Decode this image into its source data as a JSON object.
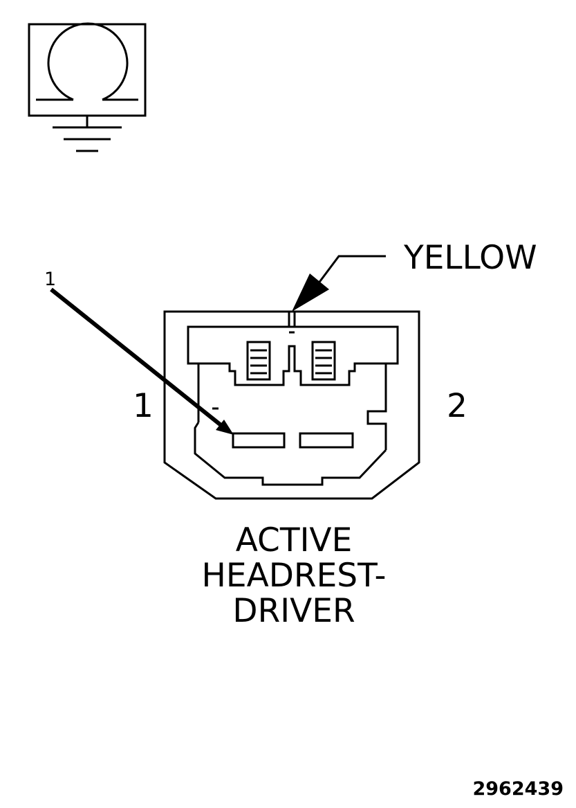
{
  "symbol": {
    "icon": "ohmmeter-ground-icon",
    "glyph": "Ω"
  },
  "connector": {
    "color_callout": "YELLOW",
    "pin_left": "1",
    "pin_right": "2",
    "callout_number": "1",
    "title_lines": [
      "ACTIVE",
      "HEADREST-",
      "DRIVER"
    ]
  },
  "figure_id": "2962439",
  "colors": {
    "line": "#000000",
    "background": "#ffffff"
  }
}
